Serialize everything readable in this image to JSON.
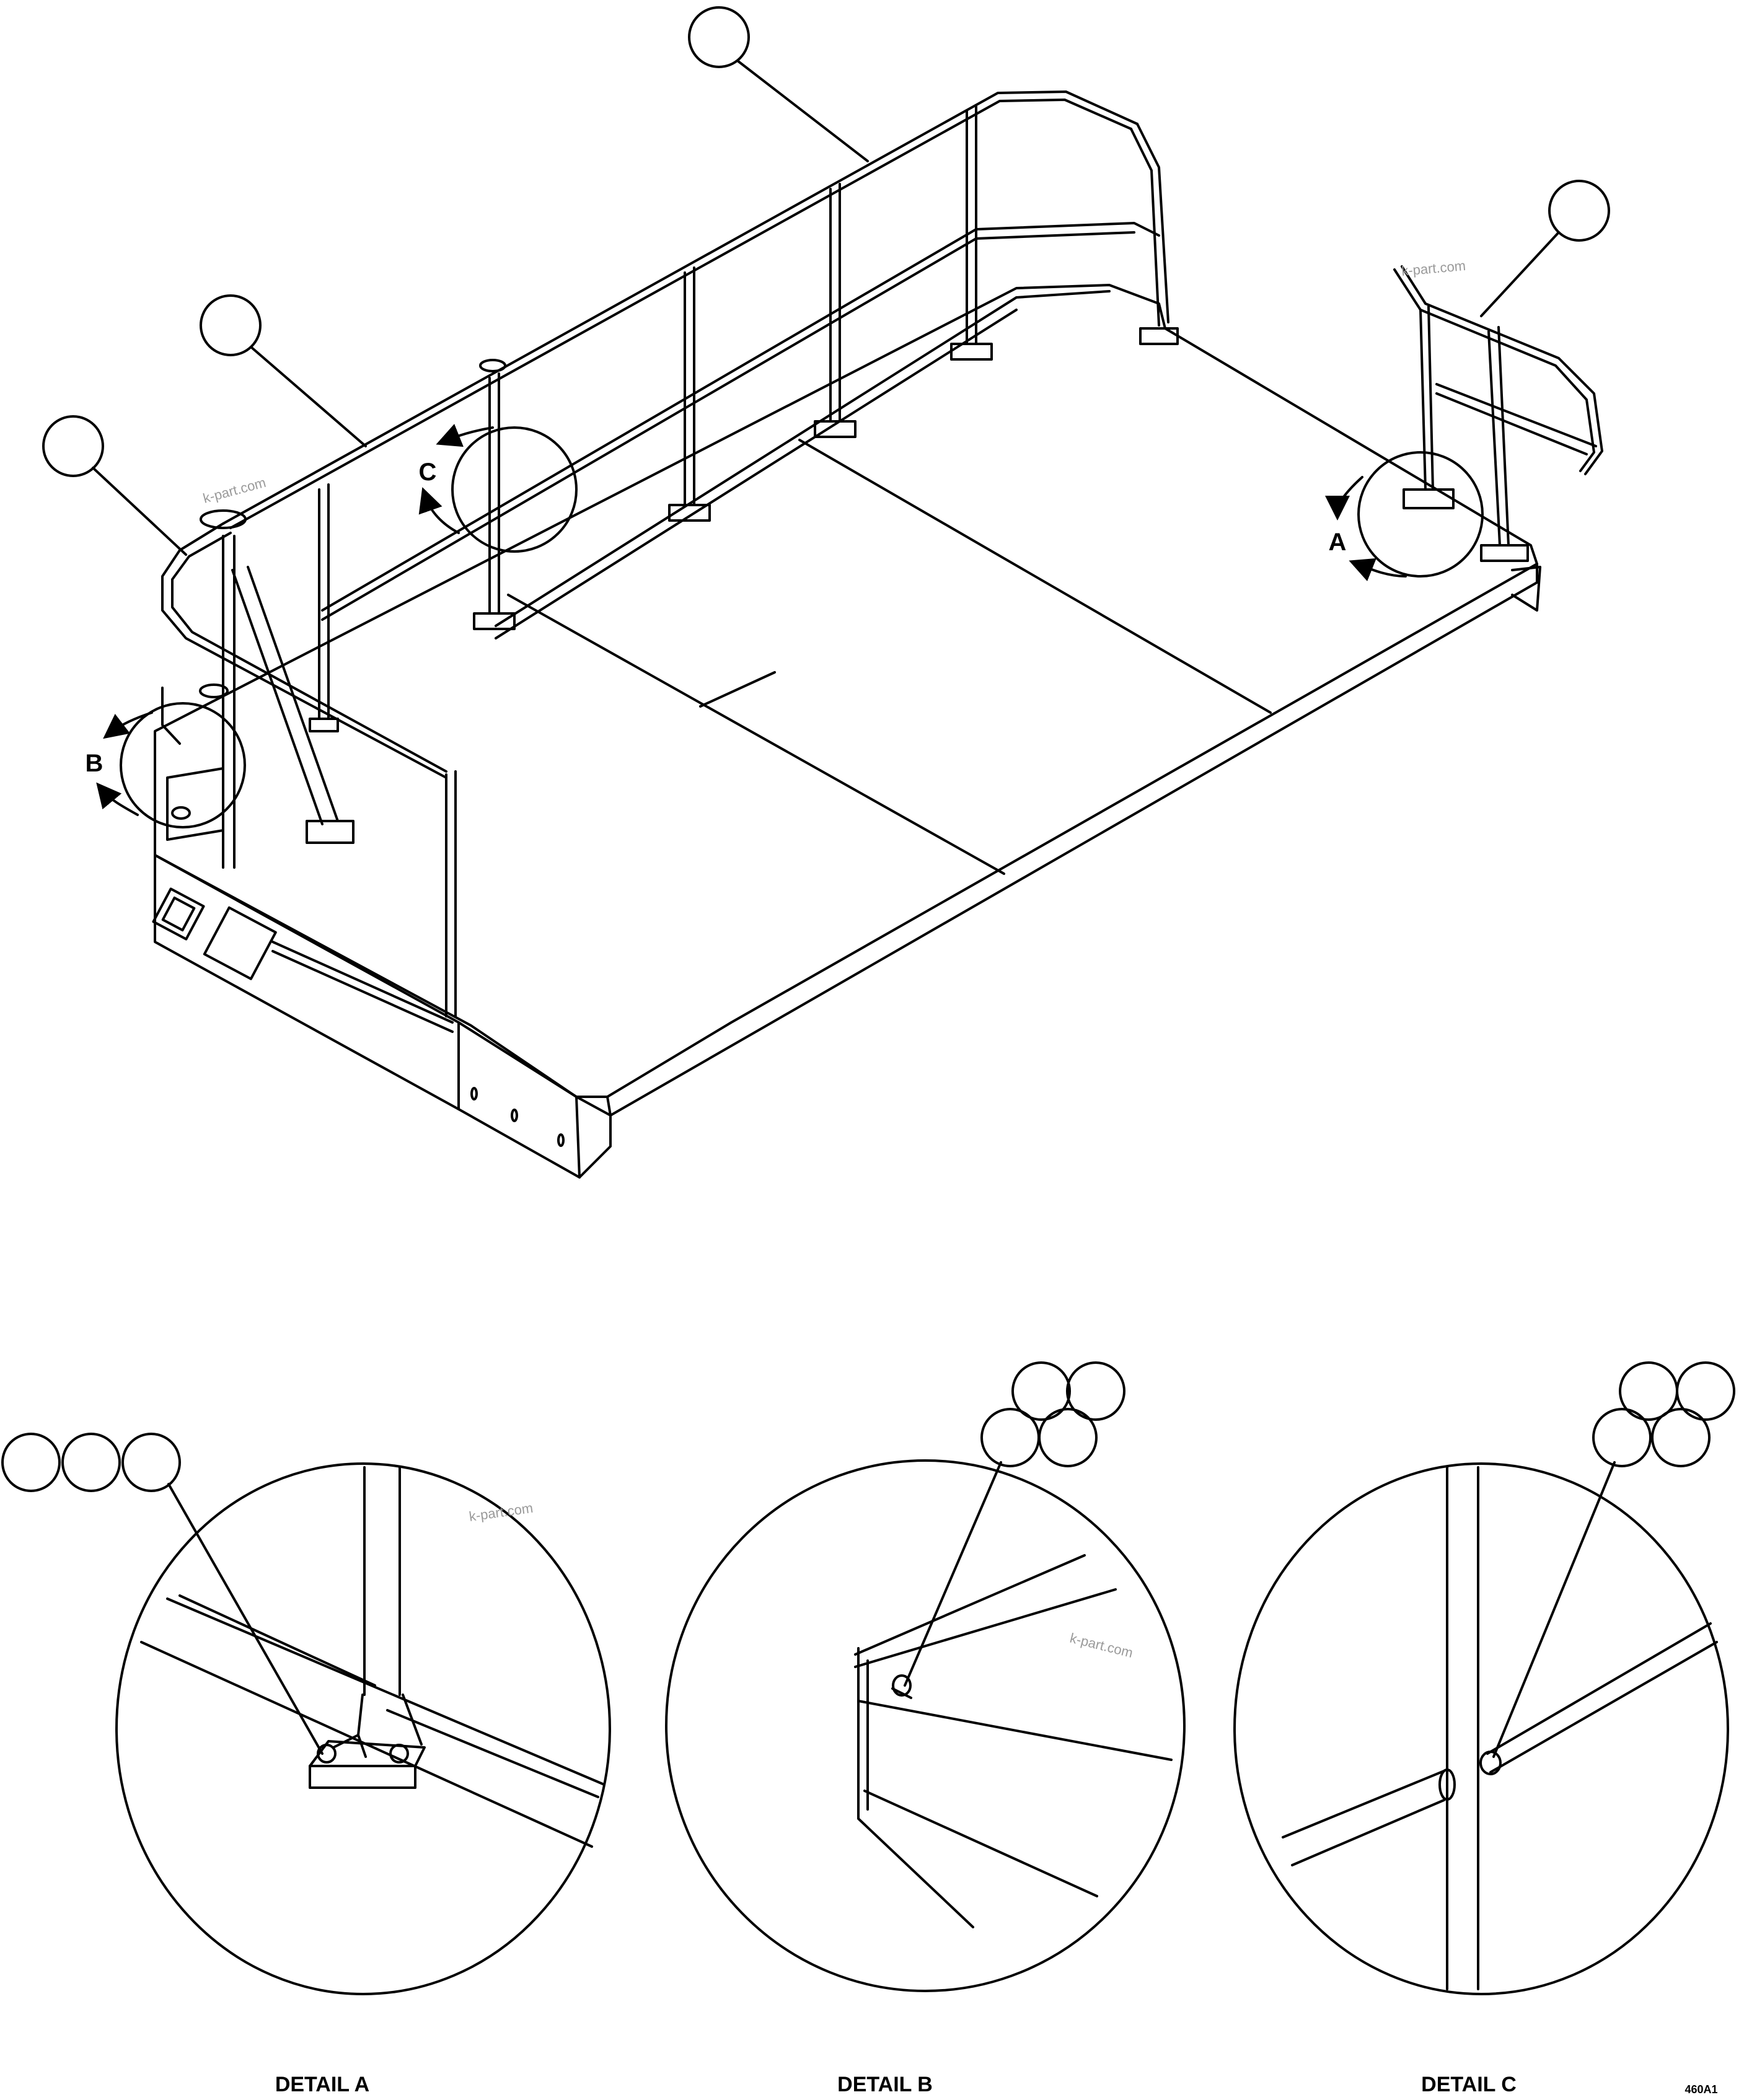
{
  "detail_markers": {
    "a": "A",
    "b": "B",
    "c": "C"
  },
  "detail_titles": {
    "a": "DETAIL A",
    "b": "DETAIL B",
    "c": "DETAIL C"
  },
  "watermark": "k-part.com",
  "drawing_number": "460A1"
}
